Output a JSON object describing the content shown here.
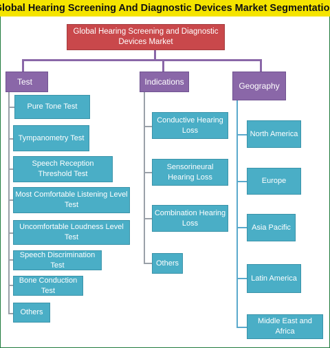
{
  "title": "Global Hearing Screening And Diagnostic Devices Market Segmentation",
  "root": "Global Hearing Screening and Diagnostic Devices Market",
  "categories": [
    {
      "label": "Test",
      "items": [
        "Pure Tone Test",
        "Tympanometry Test",
        "Speech Reception Threshold Test",
        "Most Comfortable Listening Level Test",
        "Uncomfortable Loudness Level Test",
        "Speech Discrimination Test",
        "Bone Conduction Test",
        "Others"
      ]
    },
    {
      "label": "Indications",
      "items": [
        "Conductive  Hearing Loss",
        "Sensorineural  Hearing Loss",
        "Combination  Hearing Loss",
        "Others"
      ]
    },
    {
      "label": "Geography",
      "items": [
        "North America",
        "Europe",
        "Asia Pacific",
        "Latin America",
        "Middle East and Africa"
      ]
    }
  ],
  "colors": {
    "title_bg": "#f5e400",
    "root": "#c9484b",
    "category": "#8a67a8",
    "leaf": "#4aaec6"
  }
}
